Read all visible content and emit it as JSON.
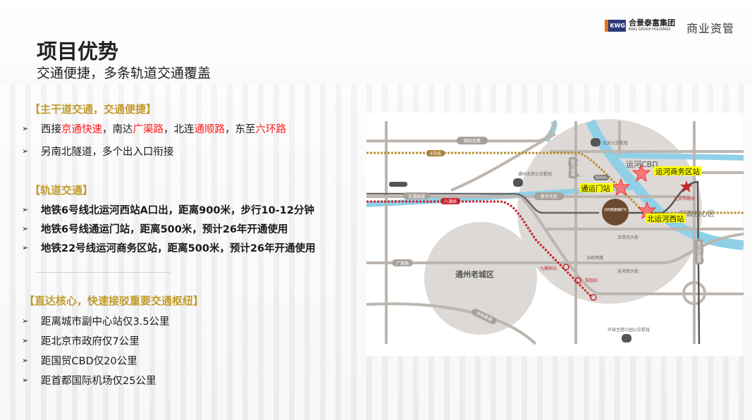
{
  "header": {
    "logo_cn": "合景泰富集团",
    "logo_en": "KWG GROUP HOLDINGS",
    "logo_mark": "KWG",
    "department": "商业资管"
  },
  "title": "项目优势",
  "subtitle": "交通便捷，多条轨道交通覆盖",
  "sections": [
    {
      "heading": "【主干道交通，交通便捷】",
      "bullets": [
        {
          "parts": [
            "西接",
            "京通快速",
            "，南达",
            "广渠路",
            "，北连",
            "通顺路",
            "，东至",
            "六环路"
          ]
        },
        {
          "parts": [
            "另南北隧道，多个出入口衔接"
          ]
        }
      ]
    },
    {
      "heading": "【轨道交通】",
      "bullets": [
        {
          "text": "地铁6号线北运河西站A口出，距离900米，步行10-12分钟"
        },
        {
          "text": "地铁6号线通运门站，距离500米，预计26年开通使用"
        },
        {
          "text": "地铁22号线运河商务区站，距离500米，预计26年开通使用"
        }
      ]
    },
    {
      "heading": "【直达核心，快速接驳重要交通枢纽】",
      "bullets": [
        {
          "text": "距离城市副中心站仅3.5公里"
        },
        {
          "text": "距北京市政府仅7公里"
        },
        {
          "text": "距国贸CBD仅20公里"
        },
        {
          "text": "距首都国际机场仅25公里"
        }
      ]
    }
  ],
  "map": {
    "labels": {
      "cbd": "运河CBD",
      "station_business": "运河商务区站",
      "station_tongyunmen": "通运门站",
      "station_beiyunhexi": "北运河西站",
      "gov": "北京市政府",
      "admin_core": "行政核心区",
      "old_town": "通州老城区",
      "project": "北京合景国际金融广场",
      "road_chaoyang": "朝阳北路",
      "line6": "6号线",
      "road_jingtong": "京通高速",
      "line_batong": "八通线",
      "road_xinhua": "新华大街",
      "road_xinhuanan": "新华南路",
      "road_guangqu": "广渠路",
      "road_jingha": "京哈高速",
      "road_east6": "东六环高速",
      "road_yudaihe": "玉带河大街",
      "road_yuqiao": "玉桥西路",
      "road_yunhexi": "运河西大街",
      "station_jiukeshu": "九棵树站",
      "station_liyuan": "梨园站",
      "bus_north": "通州北苑公交枢纽",
      "bus_beiguan": "北关公交枢纽",
      "bus_global": "环球主题公园公交枢纽",
      "dist_500m": "500m"
    },
    "colors": {
      "river": "#8fd0e8",
      "zone": "#dcd9d6",
      "road": "#b5aea8",
      "line6": "#b8902e",
      "line_batong": "#c8262f",
      "star": "#ff3b3b",
      "highlight": "#ffff00",
      "project": "#6b4a2f"
    }
  },
  "colors": {
    "accent_gold": "#c29a2c",
    "highlight_red": "#ff1a1a"
  }
}
